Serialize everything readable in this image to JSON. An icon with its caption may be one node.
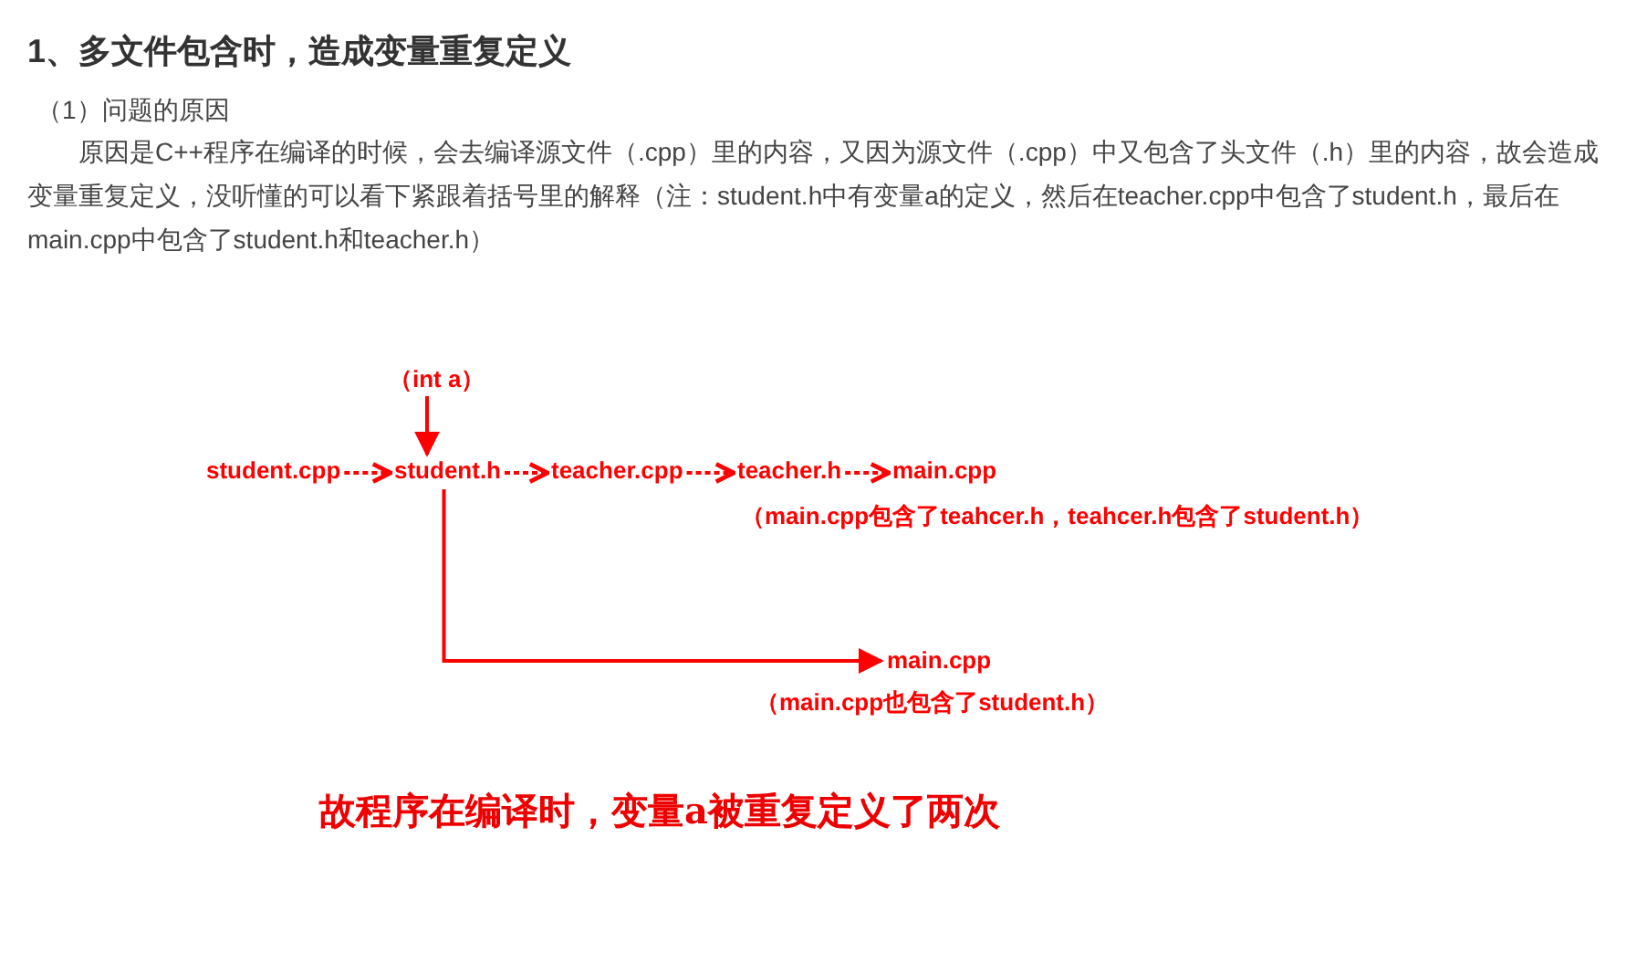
{
  "diagram": {
    "title": "1、多文件包含时，造成变量重复定义",
    "nodes": [
      {
        "text": [
          "（int a）"
        ]
      },
      {
        "text": [
          "student.cpp"
        ]
      },
      {
        "text": [
          "student.h"
        ]
      },
      {
        "text": [
          "teacher.cpp"
        ]
      },
      {
        "text": [
          "teacher.h"
        ]
      },
      {
        "text": [
          "main.cpp"
        ],
        "beside": [
          "（main.cpp包含了teahcer.h，teahcer.h包含了student.h）"
        ]
      },
      {
        "text": [
          "main.cpp"
        ],
        "beside": [
          "（main.cpp也包含了student.h）"
        ]
      }
    ],
    "edges": [
      {
        "from": 0,
        "to": 2,
        "arrow": "to"
      },
      {
        "from": 1,
        "to": 2,
        "arrow": "to",
        "style": "dashed"
      },
      {
        "from": 2,
        "to": 3,
        "arrow": "to",
        "style": "dashed"
      },
      {
        "from": 3,
        "to": 4,
        "arrow": "to",
        "style": "dashed"
      },
      {
        "from": 4,
        "to": 5,
        "arrow": "to",
        "style": "dashed"
      },
      {
        "from": 2,
        "to": 6,
        "arrow": "to"
      }
    ],
    "labels": [
      "（1）问题的原因",
      "原因是C++程序在编译的时候，会去编译源文件（.cpp）里的内容，又因为源文件（.cpp）中又包含了头文件（.h）里的内容，故会造成变量重复定义，没听懂的可以看下紧跟着括号里的解释（注：student.h中有变量a的定义，然后在teacher.cpp中包含了student.h，最后在main.cpp中包含了student.h和teacher.h）",
      "故程序在编译时，变量a被重复定义了两次"
    ]
  }
}
